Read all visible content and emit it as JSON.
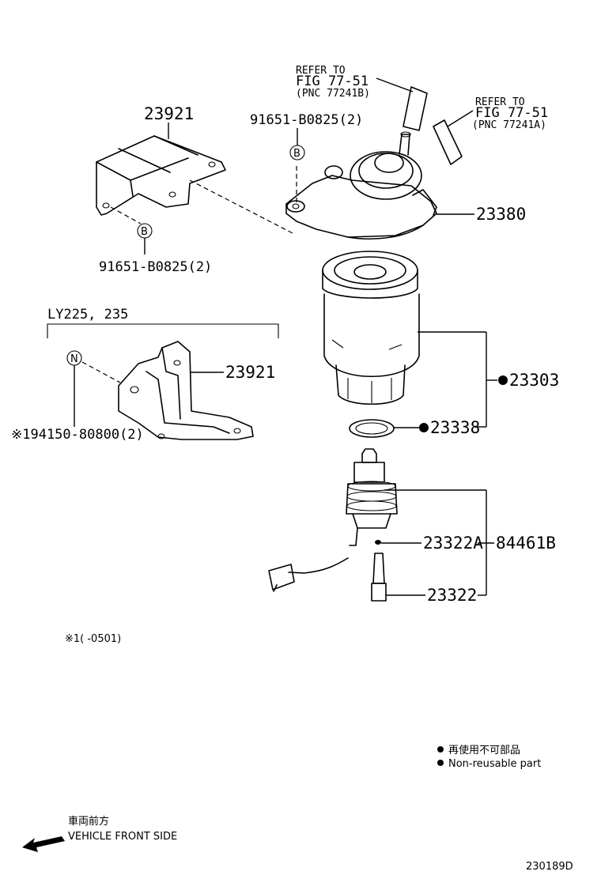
{
  "callouts": {
    "bracket_upper": "23921",
    "bolt_upper": "91651-B0825(2)",
    "bolt_lower": "91651-B0825(2)",
    "bolt_marker": "B",
    "header_assy": "23380",
    "refer_1": {
      "line1": "REFER TO",
      "line2": "FIG 77-51",
      "line3": "(PNC 77241B)"
    },
    "refer_2": {
      "line1": "REFER TO",
      "line2": "FIG 77-51",
      "line3": "(PNC 77241A)"
    },
    "variant_title": "LY225, 235",
    "bracket_lower": "23921",
    "nut_marker": "N",
    "nut_part": "※194150-80800(2)",
    "filter_element": "23303",
    "gasket": "23338",
    "sensor_oring": "23322A",
    "sensor_set": "84461B",
    "sensor": "23322"
  },
  "notes": {
    "footnote": "※1(      -0501)",
    "legend_jp": "再使用不可部品",
    "legend_en": "Non-reusable part",
    "front_jp": "車両前方",
    "front_en": "VEHICLE FRONT SIDE",
    "figure_id": "230189D"
  }
}
